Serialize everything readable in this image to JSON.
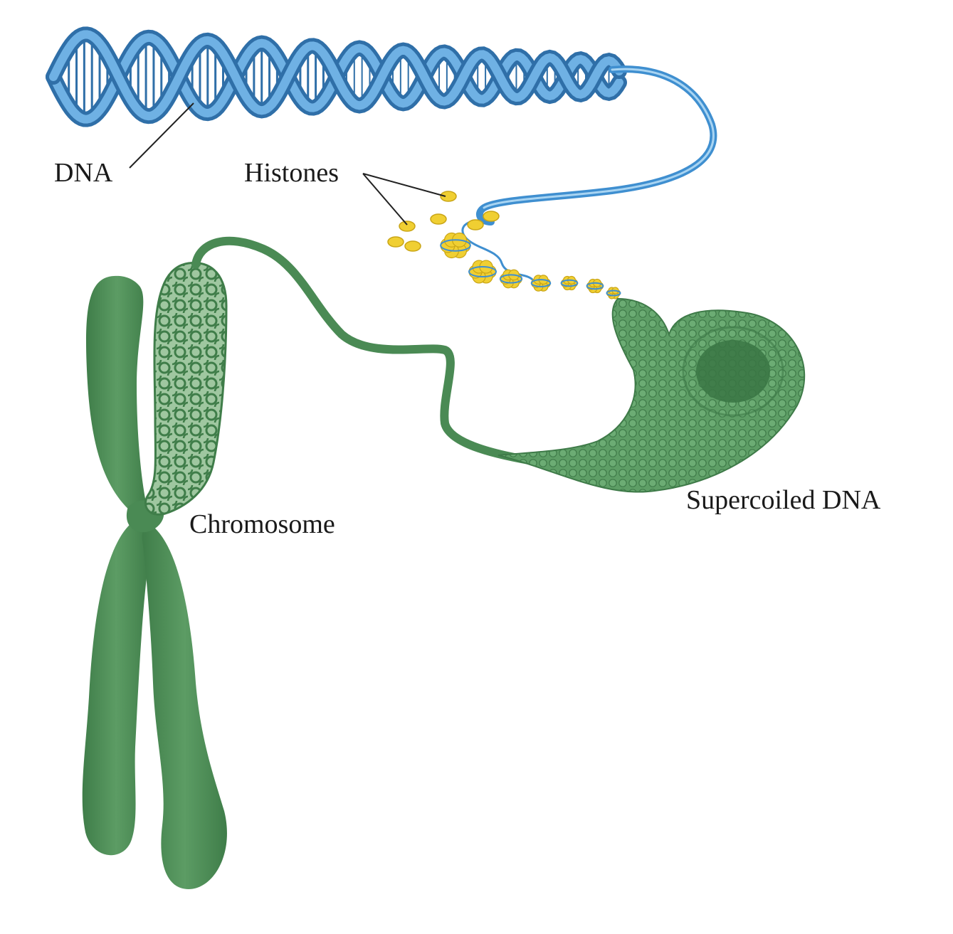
{
  "labels": {
    "dna": "DNA",
    "histones": "Histones",
    "chromosome": "Chromosome",
    "supercoiled": "Supercoiled DNA"
  },
  "colors": {
    "dna_blue": "#4a98d4",
    "dna_blue_dark": "#2f6fa8",
    "dna_blue_light": "#8cc4ec",
    "histone_yellow": "#f0cf32",
    "histone_outline": "#c9a516",
    "chromatin_green": "#4e8f58",
    "chromatin_green_dark": "#3a7544",
    "chromatin_green_light": "#8fbf92",
    "leader_line": "#222222"
  },
  "icons": {
    "dna": "double-helix",
    "histone": "histone-bead",
    "nucleosome": "nucleosome-cluster",
    "supercoil": "coiled-fiber",
    "chromosome": "x-shaped-chromosome"
  }
}
